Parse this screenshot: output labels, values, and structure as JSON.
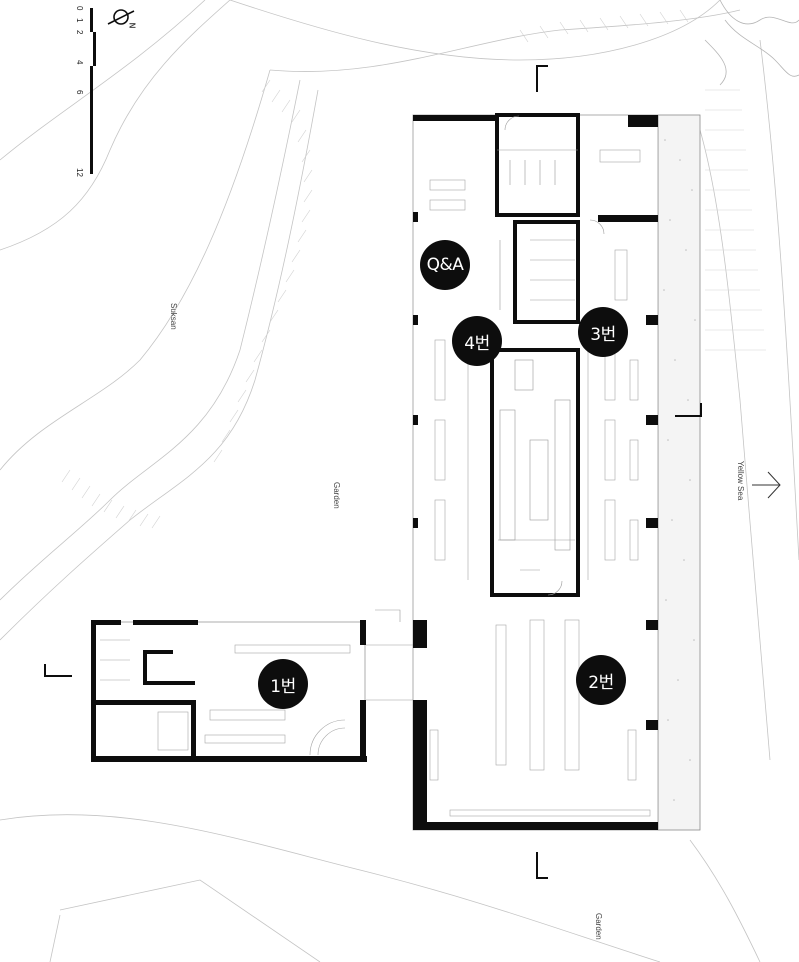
{
  "markers": {
    "room1": "1번",
    "room2": "2번",
    "room3": "3번",
    "room4": "4번",
    "qa": "Q&A"
  },
  "labels": {
    "suksan": "Suksan",
    "garden_center": "Garden",
    "garden_bottom": "Garden",
    "yellow_sea": "Yellow Sea"
  },
  "scale_bar": {
    "ticks": [
      "0",
      "1",
      "2",
      "4",
      "6",
      "12"
    ]
  },
  "north_arrow": {
    "letter": "N"
  },
  "colors": {
    "wall": "#0d0d0d",
    "marker_fill": "#0d0d0d",
    "marker_text": "#ffffff",
    "linework": "#9a9a9a"
  }
}
